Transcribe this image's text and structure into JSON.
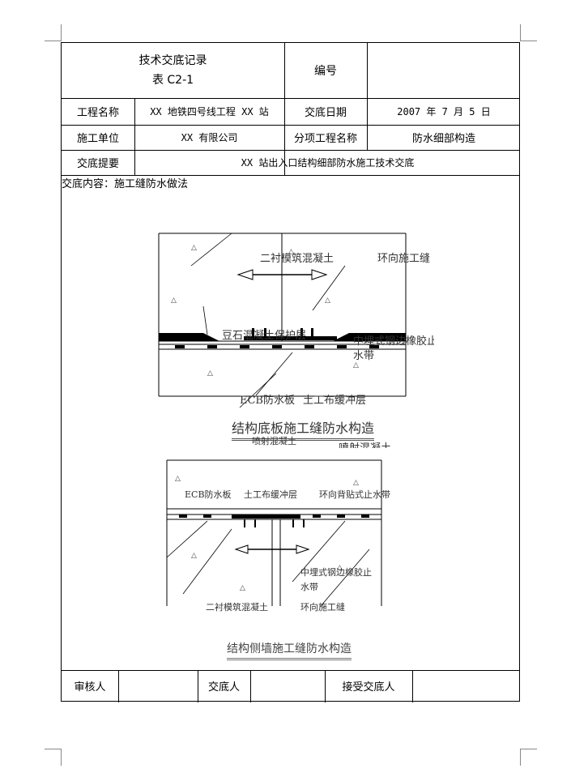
{
  "header": {
    "title": "技术交底记录",
    "form_no": "表 C2-1",
    "number_label": "编号",
    "number_value": ""
  },
  "rows": {
    "project_name_label": "工程名称",
    "project_name": "XX 地铁四号线工程 XX 站",
    "date_label": "交底日期",
    "date_value": "2007 年 7 月 5 日",
    "unit_label": "施工单位",
    "unit_value": "XX 有限公司",
    "sub_project_label": "分项工程名称",
    "sub_project_value": "防水细部构造",
    "summary_label": "交底提要",
    "summary_value": "XX 站出入口结构细部防水施工技术交底"
  },
  "content_label": "交底内容：施工缝防水做法",
  "diagram1": {
    "label_concrete": "二衬模筑混凝土",
    "label_joint": "环向施工缝",
    "label_protect": "豆石混凝土保护层",
    "label_waterstop_1": "中埋式钢边橡胶止",
    "label_waterstop_2": "水带",
    "label_ecb": "ECB防水板",
    "label_geotextile": "土工布缓冲层",
    "label_shotcrete": "喷射混凝土",
    "caption": "结构底板施工缝防水构造"
  },
  "diagram2": {
    "label_shotcrete": "喷射混凝土",
    "label_ecb": "ECB防水板",
    "label_geotextile": "土工布缓冲层",
    "label_back_waterstop": "环向背贴式止水带",
    "label_waterstop_1": "中埋式钢边橡胶止",
    "label_waterstop_2": "水带",
    "label_concrete": "二衬模筑混凝土",
    "label_joint": "环向施工缝",
    "caption": "结构侧墙施工缝防水构造"
  },
  "footer": {
    "reviewer_label": "审核人",
    "discloser_label": "交底人",
    "receiver_label": "接受交底人"
  }
}
